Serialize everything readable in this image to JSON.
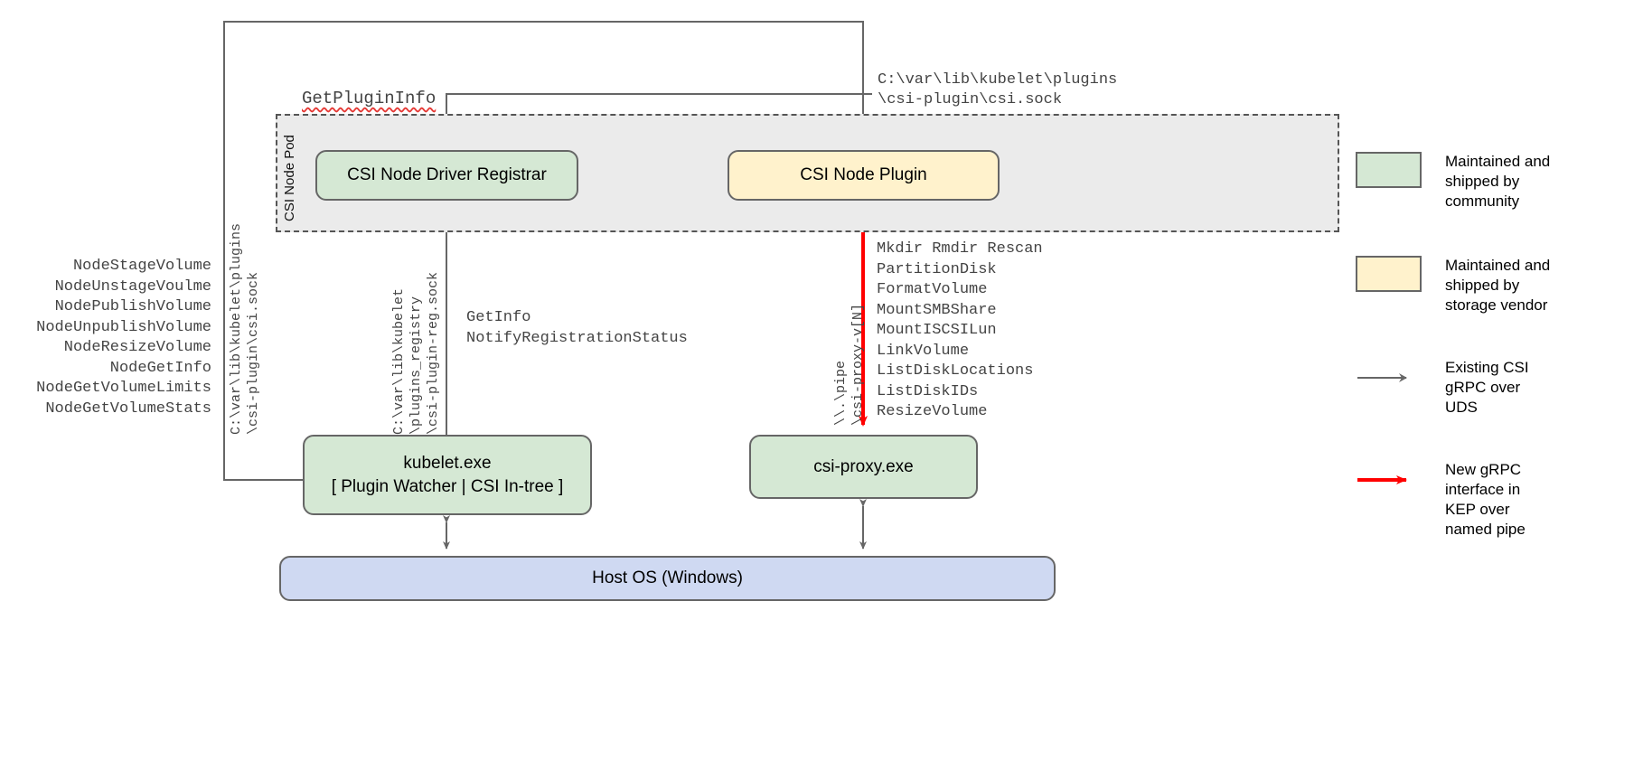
{
  "diagram": {
    "pod_label": "CSI Node Pod",
    "boxes": {
      "registrar": "CSI Node Driver Registrar",
      "plugin": "CSI Node Plugin",
      "kubelet_line1": "kubelet.exe",
      "kubelet_line2": "[ Plugin Watcher | CSI In-tree ]",
      "csi_proxy": "csi-proxy.exe",
      "host_os": "Host OS (Windows)"
    },
    "labels": {
      "get_plugin_info": "GetPluginInfo",
      "csi_sock_path": "C:\\var\\lib\\kubelet\\plugins\n\\csi-plugin\\csi.sock",
      "node_csi_sock_path": "C:\\var\\lib\\kubelet\\plugins\n\\csi-plugin\\csi.sock",
      "registry_sock_path": "C:\\var\\lib\\kubelet\n\\plugins_registry\n\\csi-plugin-reg.sock",
      "named_pipe_path": "\\\\.\\pipe\n\\csi-proxy-v[N]"
    },
    "node_service_apis": [
      "NodeStageVolume",
      "NodeUnstageVoulme",
      "NodePublishVolume",
      "NodeUnpublishVolume",
      "NodeResizeVolume",
      "NodeGetInfo",
      "NodeGetVolumeLimits",
      "NodeGetVolumeStats"
    ],
    "registration_apis": [
      "GetInfo",
      "NotifyRegistrationStatus"
    ],
    "csi_proxy_apis": [
      "Mkdir Rmdir Rescan",
      "PartitionDisk",
      "FormatVolume",
      "MountSMBShare",
      "MountISCSILun",
      "LinkVolume",
      "ListDiskLocations",
      "ListDiskIDs",
      "ResizeVolume"
    ]
  },
  "legend": {
    "items": [
      {
        "kind": "swatch",
        "color": "#d5e8d4",
        "text": "Maintained and\nshipped by\ncommunity"
      },
      {
        "kind": "swatch",
        "color": "#fff2cc",
        "text": "Maintained and\nshipped by\nstorage vendor"
      },
      {
        "kind": "arrow",
        "color": "#666666",
        "text": "Existing CSI\ngRPC over\nUDS"
      },
      {
        "kind": "arrow",
        "color": "#ff0000",
        "text": "New gRPC\ninterface in\nKEP over\nnamed pipe"
      }
    ]
  },
  "colors": {
    "community_green": "#d5e8d4",
    "vendor_yellow": "#fff2cc",
    "host_blue": "#cfd9f2",
    "pod_gray": "#ebebeb",
    "arrow_gray": "#666666",
    "arrow_red": "#ff0000"
  }
}
